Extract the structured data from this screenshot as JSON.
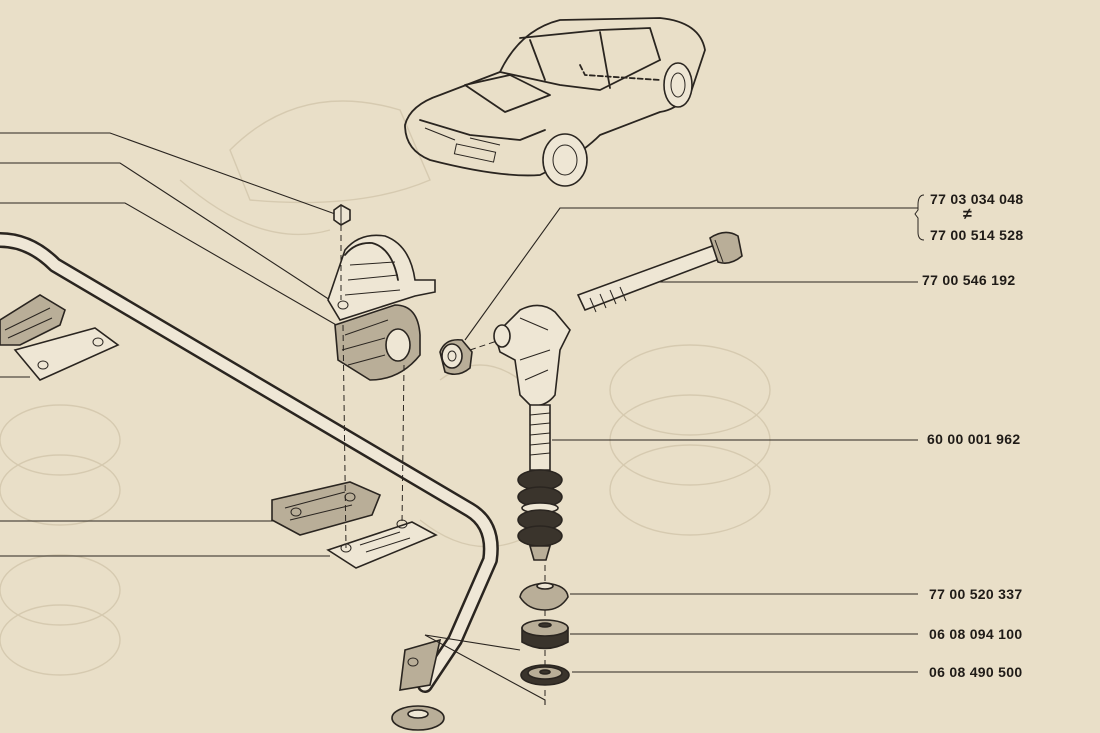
{
  "part_numbers": [
    {
      "id": "nut-upper",
      "text": "77 03 034 048"
    },
    {
      "id": "nut-alt",
      "text": "77 00 514 528"
    },
    {
      "id": "bolt",
      "text": "77 00 546 192"
    },
    {
      "id": "link",
      "text": "60 00 001 962"
    },
    {
      "id": "cup",
      "text": "77 00 520 337"
    },
    {
      "id": "bush",
      "text": "06 08 094 100"
    },
    {
      "id": "washer",
      "text": "06 08 490 500"
    }
  ],
  "symbols": {
    "not_equal": "≠"
  },
  "colors": {
    "paper": "#e9dfc8",
    "ink": "#2a2520"
  }
}
